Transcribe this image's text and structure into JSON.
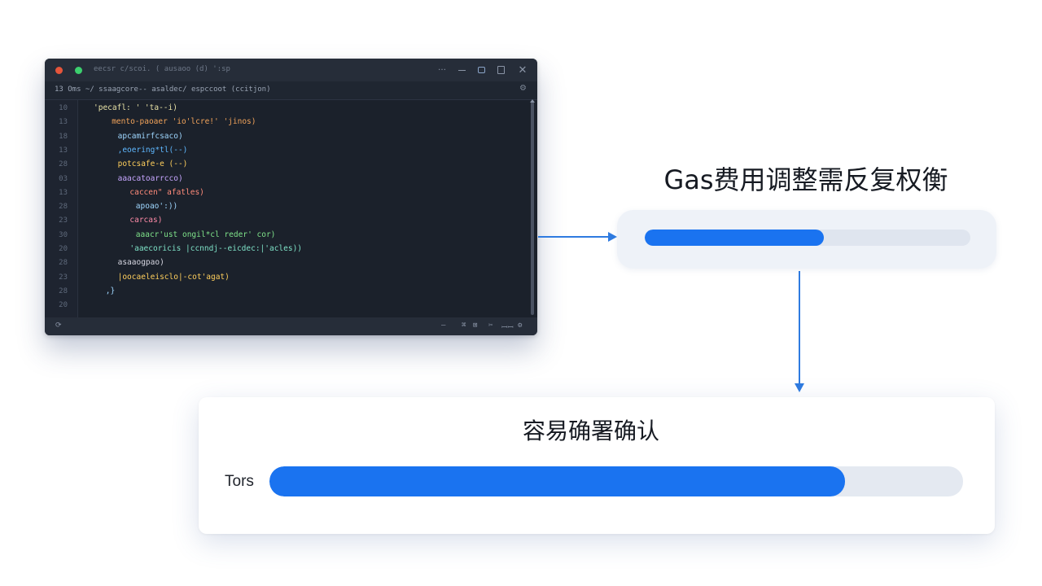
{
  "editor": {
    "title": "eecsr c/scoi. ( ausaoo (d) ':sp",
    "path": "13 Oms ~/ ssaagcore-- asaldec/ espccoot (ccitjon)",
    "lines": [
      {
        "num": "10",
        "indent": 0,
        "color": "#e8e2a6",
        "text": "'pecafl: ' 'ta--i)"
      },
      {
        "num": "13",
        "indent": 3,
        "color": "#f2a35a",
        "text": "mento-paoaer 'io'lcre!' 'jinos)"
      },
      {
        "num": "18",
        "indent": 4,
        "color": "#9fd7ff",
        "text": "apcamirfcsaco)"
      },
      {
        "num": "13",
        "indent": 4,
        "color": "#5fb8ff",
        "text": ",eoering*tl(--)"
      },
      {
        "num": "28",
        "indent": 4,
        "color": "#ffcf5c",
        "text": "potcsafe-e (--)"
      },
      {
        "num": "03",
        "indent": 4,
        "color": "#c7a6ff",
        "text": "aaacatoarrcco)"
      },
      {
        "num": "13",
        "indent": 6,
        "color": "#ff8b7a",
        "text": "caccen\" afatles)"
      },
      {
        "num": "28",
        "indent": 7,
        "color": "#9fd7ff",
        "text": "apoao':))"
      },
      {
        "num": "23",
        "indent": 6,
        "color": "#ff8ba8",
        "text": "carcas)"
      },
      {
        "num": "30",
        "indent": 7,
        "color": "#7fe38a",
        "text": "aaacr'ust ongil*cl reder' cor)"
      },
      {
        "num": "20",
        "indent": 6,
        "color": "#7fe3c8",
        "text": "'aaecoricis |ccnndj--eicdec:|'acles))"
      },
      {
        "num": "28",
        "indent": 4,
        "color": "#d7d7e2",
        "text": "asaaogpao)"
      },
      {
        "num": "23",
        "indent": 4,
        "color": "#ffcf5c",
        "text": "|oocaeleisclo|-cot'agat)"
      },
      {
        "num": "28",
        "indent": 2,
        "color": "#9fd7ff",
        "text": ",}"
      },
      {
        "num": "20",
        "indent": 0,
        "color": "#9fd7ff",
        "text": ""
      }
    ],
    "status_left_icon": "refresh-icon",
    "status_right": [
      "—",
      "⌘",
      "⊠",
      "✂",
      "ꟷꟷ",
      "⚙"
    ]
  },
  "gas": {
    "title": "Gas费用调整需反复权衡",
    "progress": 0.55
  },
  "confirm": {
    "title": "容易确署确认",
    "label": "Tors",
    "progress": 0.83
  },
  "colors": {
    "accent": "#1a73f0",
    "arrow": "#2f7be0",
    "editor_bg": "#1b212b"
  }
}
